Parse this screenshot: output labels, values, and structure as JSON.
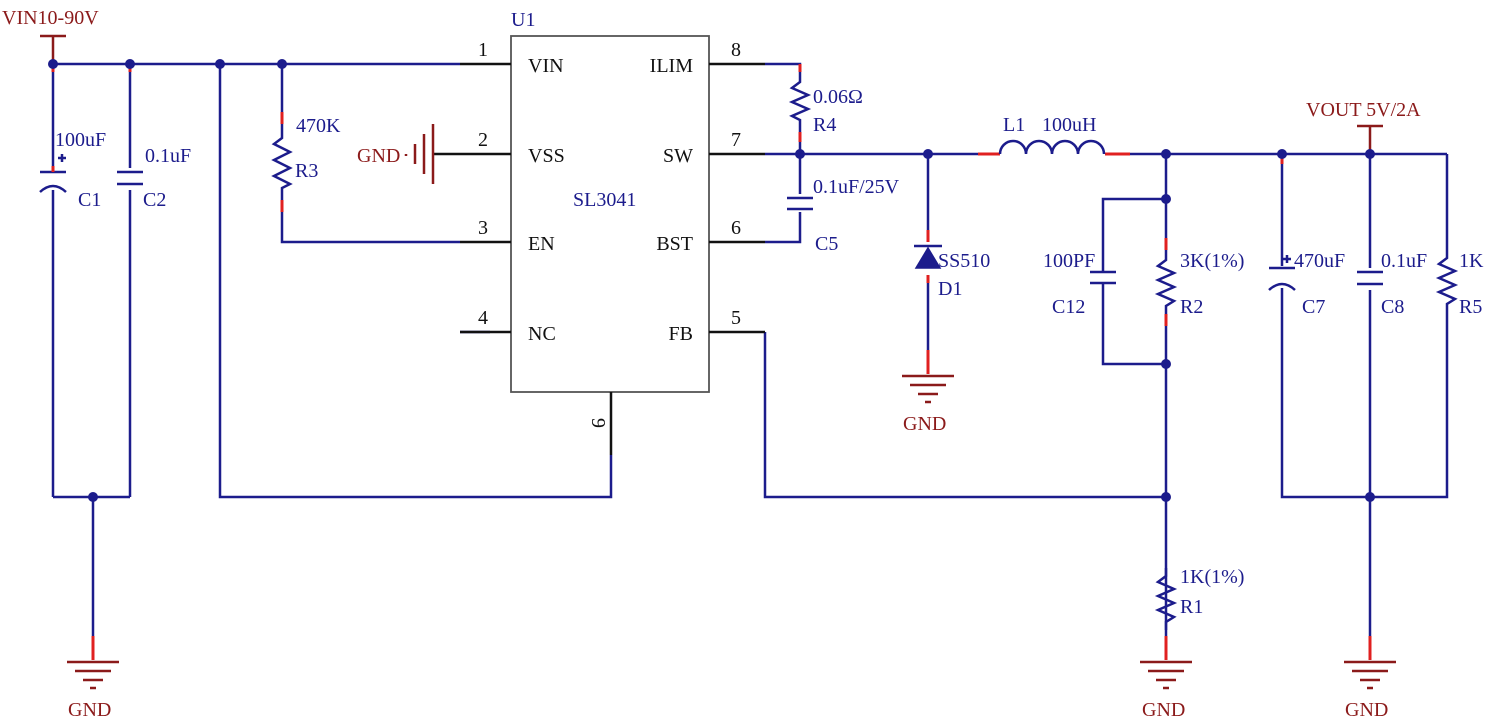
{
  "schematic": {
    "ic": {
      "ref": "U1",
      "part": "SL3041",
      "pins": {
        "vin_name": "VIN",
        "vin_num": "1",
        "vss_name": "VSS",
        "vss_num": "2",
        "en_name": "EN",
        "en_num": "3",
        "nc_name": "NC",
        "nc_num": "4",
        "ilim_name": "ILIM",
        "ilim_num": "8",
        "sw_name": "SW",
        "sw_num": "7",
        "bst_name": "BST",
        "bst_num": "6",
        "fb_name": "FB",
        "fb_num": "5",
        "pad_num": "9"
      }
    },
    "nets": {
      "vin": "VIN10-90V",
      "vout": "VOUT 5V/2A",
      "gnd": "GND"
    },
    "components": {
      "c1": {
        "ref": "C1",
        "value": "100uF"
      },
      "c2": {
        "ref": "C2",
        "value": "0.1uF"
      },
      "r3": {
        "ref": "R3",
        "value": "470K"
      },
      "r4": {
        "ref": "R4",
        "value": "0.06Ω"
      },
      "c5": {
        "ref": "C5",
        "value": "0.1uF/25V"
      },
      "d1": {
        "ref": "D1",
        "value": "SS510"
      },
      "l1": {
        "ref": "L1",
        "value": "100uH"
      },
      "c12": {
        "ref": "C12",
        "value": "100PF"
      },
      "r2": {
        "ref": "R2",
        "value": "3K(1%)"
      },
      "r1": {
        "ref": "R1",
        "value": "1K(1%)"
      },
      "c7": {
        "ref": "C7",
        "value": "470uF"
      },
      "c8": {
        "ref": "C8",
        "value": "0.1uF"
      },
      "r5": {
        "ref": "R5",
        "value": "1K"
      }
    }
  }
}
